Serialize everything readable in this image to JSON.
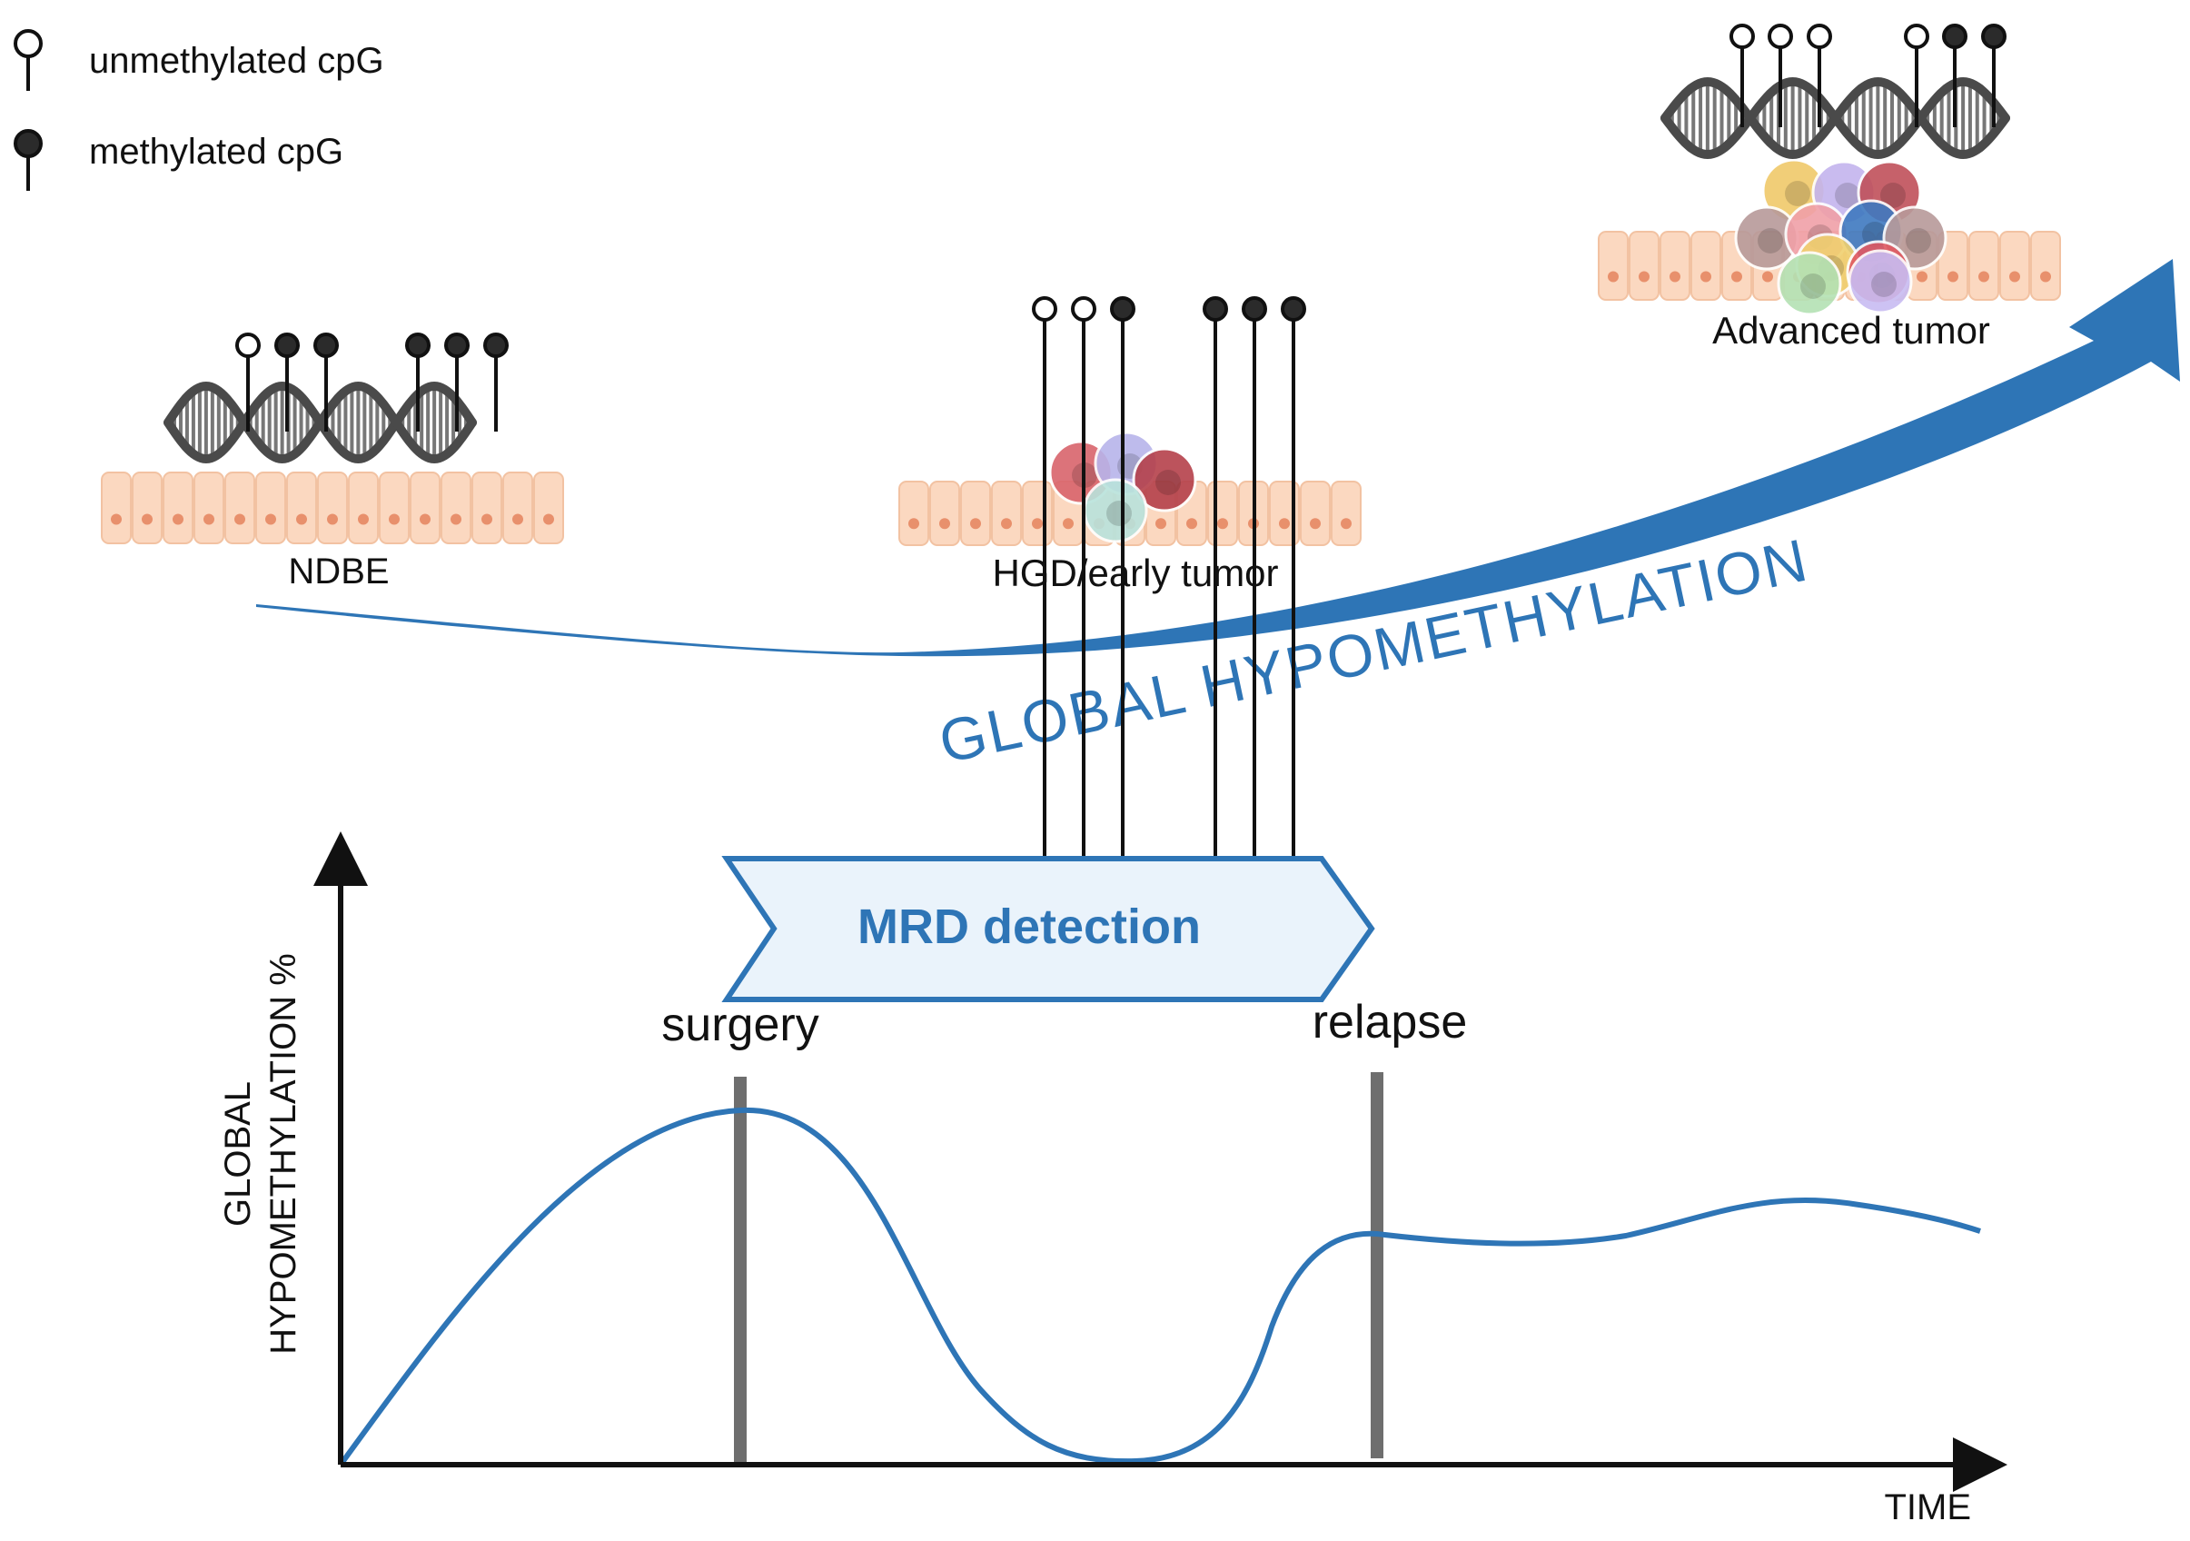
{
  "legend": {
    "unmethylated": "unmethylated cpG",
    "methylated": "methylated cpG"
  },
  "stages": [
    {
      "label": "NDBE",
      "sites": [
        "u",
        "m",
        "m",
        "m",
        "m",
        "m"
      ]
    },
    {
      "label": "HGD/early tumor",
      "sites": [
        "u",
        "u",
        "m",
        "m",
        "m",
        "m"
      ]
    },
    {
      "label": "Advanced tumor",
      "sites": [
        "u",
        "u",
        "u",
        "u",
        "m",
        "m"
      ]
    }
  ],
  "trend": {
    "label": "GLOBAL  HYPOMETHYLATION"
  },
  "graph": {
    "y_label_line1": "GLOBAL",
    "y_label_line2": "HYPOMETHYLATION %",
    "x_label": "TIME",
    "banner": "MRD detection",
    "events": [
      "surgery",
      "relapse"
    ]
  },
  "colors": {
    "accent_blue": "#2e75b6",
    "banner_fill": "#eaf3fb",
    "axis": "#111111",
    "marker_gray": "#6e6e6e",
    "dna_gray": "#4a4a4a",
    "tissue": "#fbd8c0",
    "nucleus": "#e8906c"
  }
}
